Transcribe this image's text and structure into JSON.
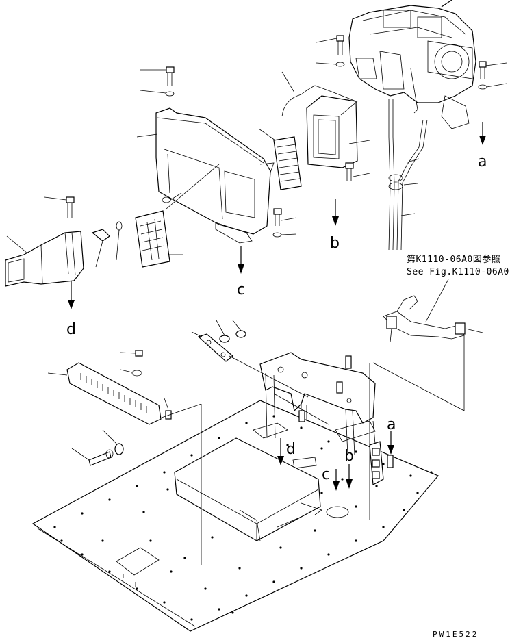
{
  "callouts": {
    "a_right": "a",
    "b_mid": "b",
    "c_mid": "c",
    "d_left": "d",
    "a_lower": "a",
    "b_lower": "b",
    "c_lower": "c",
    "d_lower": "d"
  },
  "reference": {
    "japanese": "第K1110-06A0図参照",
    "english": "See Fig.K1110-06A0"
  },
  "drawing_code": "PW1E522"
}
